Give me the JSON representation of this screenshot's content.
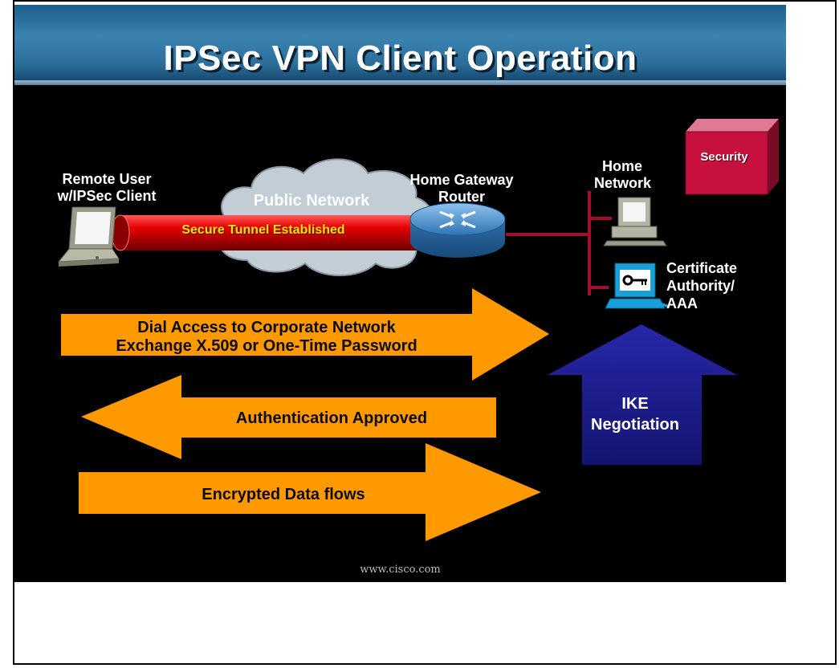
{
  "slide": {
    "title": "IPSec VPN Client Operation",
    "footer": "www.cisco.com"
  },
  "nodes": {
    "remote_user": [
      "Remote User",
      "w/IPSec Client"
    ],
    "public_network": "Public Network",
    "gateway": [
      "Home Gateway",
      "Router"
    ],
    "home_network": [
      "Home",
      "Network"
    ],
    "security": "Security",
    "ca": [
      "Certificate",
      "Authority/",
      "AAA"
    ]
  },
  "tunnel": {
    "label": "Secure Tunnel Established"
  },
  "arrows": {
    "dial": [
      "Dial Access to Corporate Network",
      "Exchange X.509 or One-Time Password"
    ],
    "auth": "Authentication Approved",
    "data": "Encrypted Data flows",
    "ike": [
      "IKE",
      "Negotiation"
    ]
  },
  "colors": {
    "background": "#000000",
    "arrow": "#ff9900",
    "tunnel": "#d90000",
    "security_box": "#c8103e",
    "ike_arrow": "#1c1c8f",
    "router": "#3d88c8",
    "network_line": "#a0102a"
  },
  "icons": [
    "laptop-icon",
    "cloud-icon",
    "router-icon",
    "workstation-icon",
    "security-box-icon",
    "certificate-server-icon"
  ]
}
